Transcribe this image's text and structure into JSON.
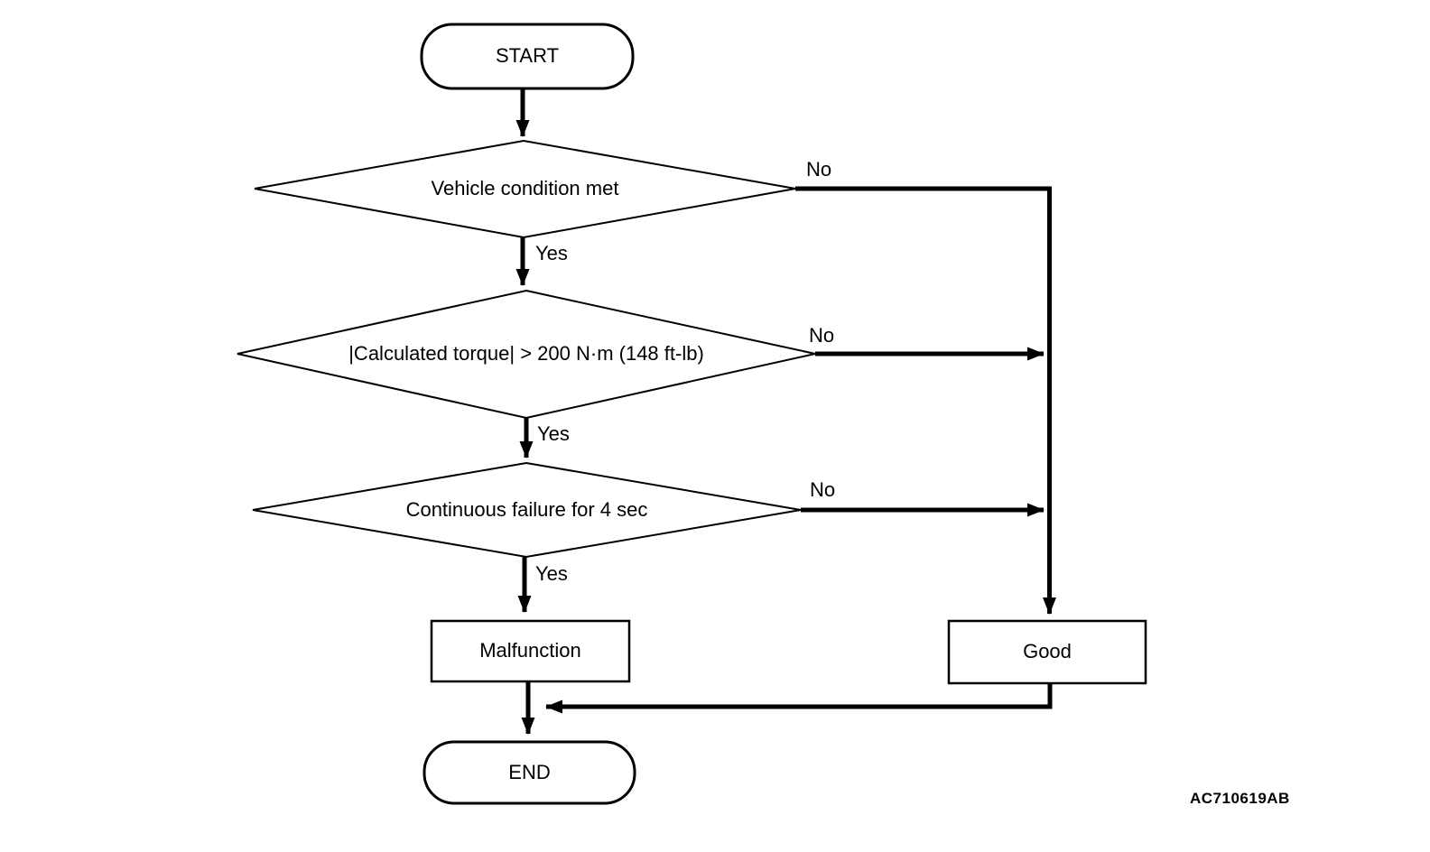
{
  "figure": {
    "id_code": "AC710619AB",
    "background_color": "#ffffff",
    "line_color": "#000000"
  },
  "nodes": {
    "start": "START",
    "decision1": "Vehicle condition met",
    "decision2": "|Calculated torque| > 200 N·m (148 ft-lb)",
    "decision3": "Continuous failure for 4 sec",
    "malfunction": "Malfunction",
    "good": "Good",
    "end": "END"
  },
  "branch_labels": {
    "decision1_yes": "Yes",
    "decision1_no": "No",
    "decision2_yes": "Yes",
    "decision2_no": "No",
    "decision3_yes": "Yes",
    "decision3_no": "No"
  }
}
